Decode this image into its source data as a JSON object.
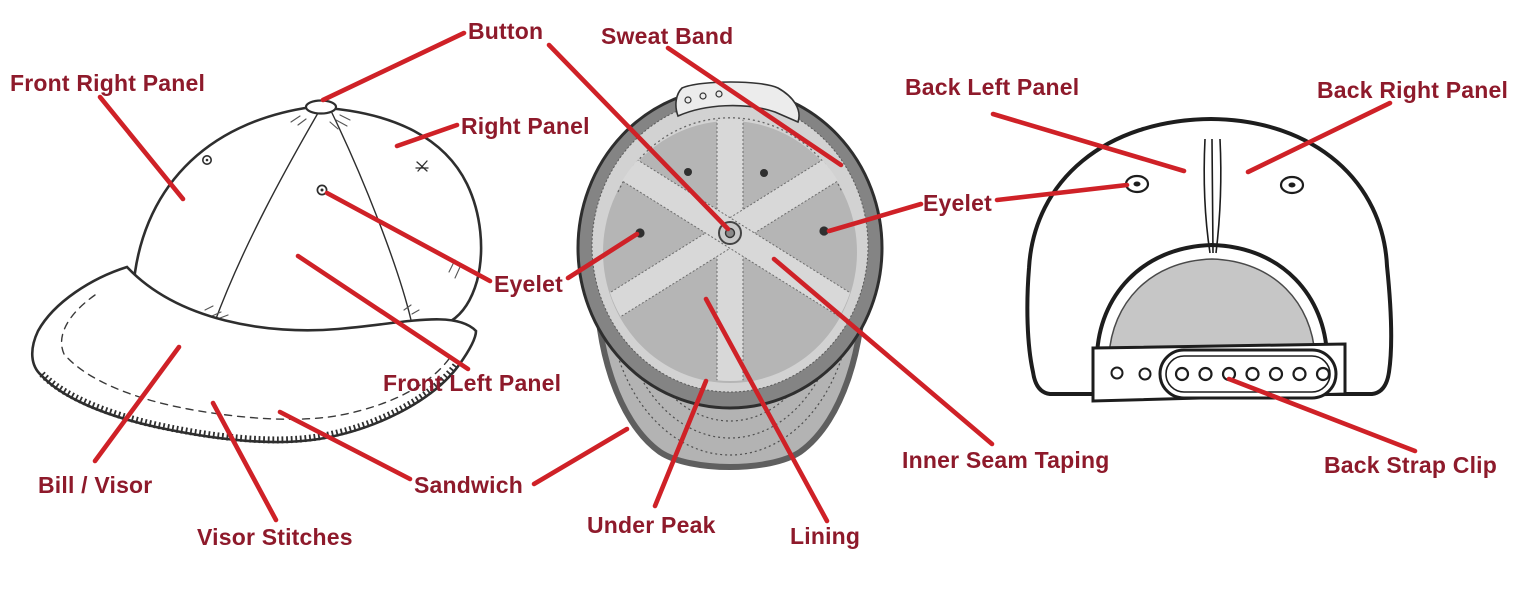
{
  "diagram": {
    "subject": "Baseball cap anatomy diagram with three views (front-side, underside, back)",
    "colors": {
      "label_text": "#8e1a2b",
      "leader_line": "#cf2127",
      "line_art": "#2e2e2e",
      "shade_light": "#d4d4d4",
      "shade_mid": "#b5b5b5",
      "shade_dark": "#848484",
      "background": "#ffffff"
    },
    "labels": [
      {
        "id": "front-right-panel",
        "text": "Front Right Panel"
      },
      {
        "id": "button",
        "text": "Button"
      },
      {
        "id": "sweat-band",
        "text": "Sweat Band"
      },
      {
        "id": "right-panel",
        "text": "Right Panel"
      },
      {
        "id": "eyelet-front",
        "text": "Eyelet"
      },
      {
        "id": "front-left-panel",
        "text": "Front Left Panel"
      },
      {
        "id": "bill-visor",
        "text": "Bill / Visor"
      },
      {
        "id": "visor-stitches",
        "text": "Visor Stitches"
      },
      {
        "id": "sandwich",
        "text": "Sandwich"
      },
      {
        "id": "under-peak",
        "text": "Under Peak"
      },
      {
        "id": "lining",
        "text": "Lining"
      },
      {
        "id": "inner-seam-taping",
        "text": "Inner Seam Taping"
      },
      {
        "id": "eyelet-back",
        "text": "Eyelet"
      },
      {
        "id": "back-left-panel",
        "text": "Back Left Panel"
      },
      {
        "id": "back-right-panel",
        "text": "Back Right Panel"
      },
      {
        "id": "back-strap-clip",
        "text": "Back Strap Clip"
      }
    ]
  }
}
